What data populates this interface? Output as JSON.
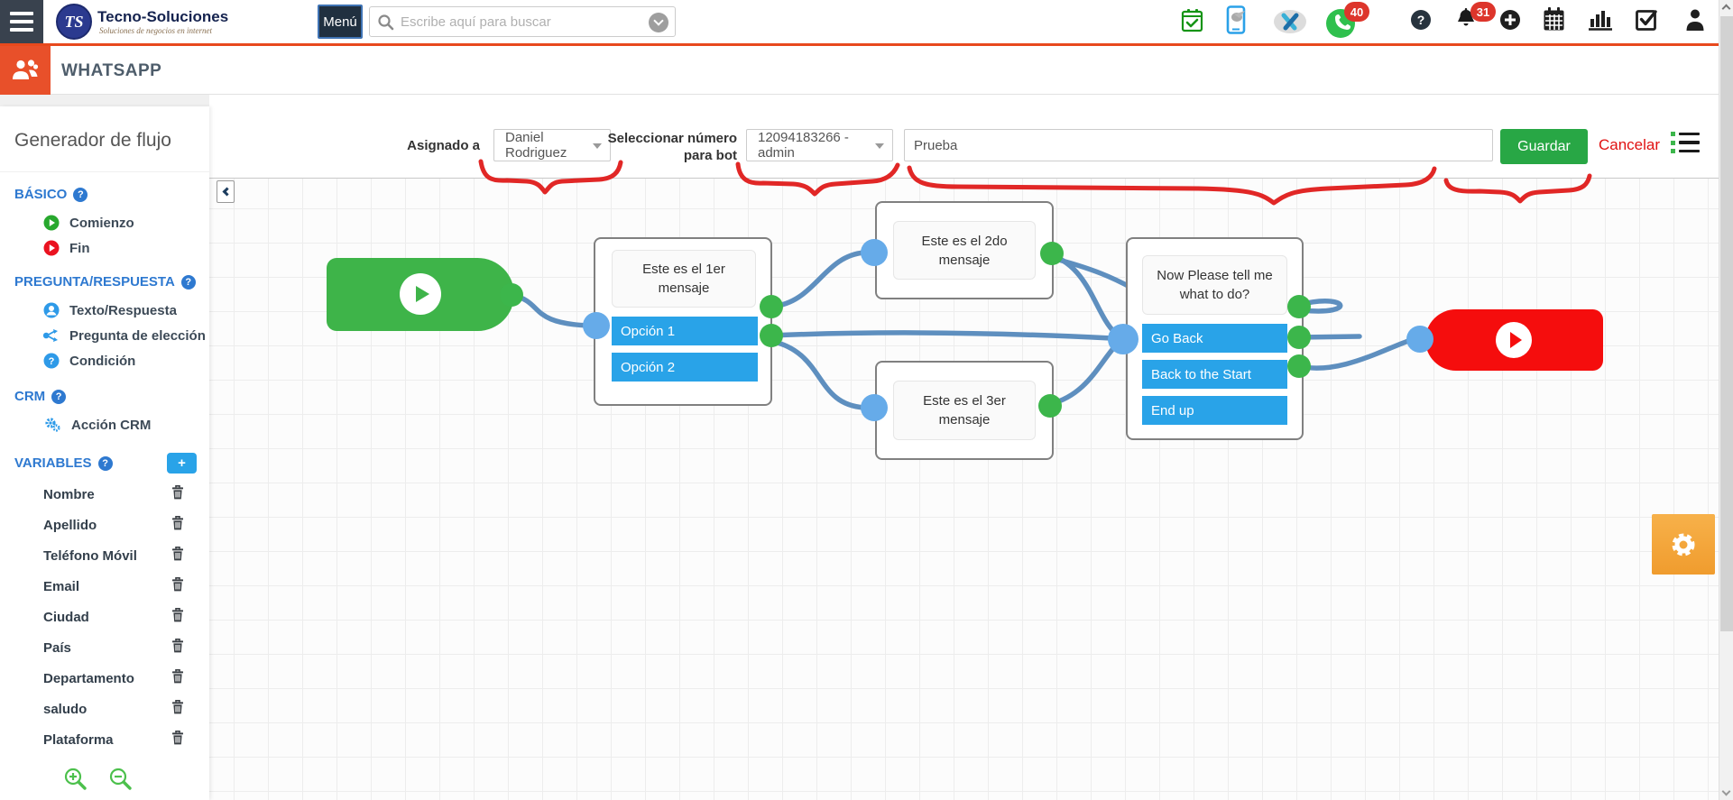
{
  "navbar": {
    "brand_monogram": "TS",
    "brand_name": "Tecno-Soluciones",
    "brand_tagline": "Soluciones de negocios en internet",
    "menu_button_label": "Menú",
    "search_placeholder": "Escribe aquí para buscar",
    "whatsapp_badge": "40",
    "notifications_badge": "31"
  },
  "module_bar": {
    "title": "WHATSAPP"
  },
  "sidebar": {
    "title": "Generador de flujo",
    "help_glyph": "?",
    "section_basico": "BÁSICO",
    "item_comienzo": "Comienzo",
    "item_fin": "Fin",
    "section_pregunta_respuesta": "PREGUNTA/RESPUESTA",
    "item_texto_respuesta": "Texto/Respuesta",
    "item_pregunta_eleccion": "Pregunta de elección",
    "item_condicion": "Condición",
    "section_crm": "CRM",
    "item_accion_crm": "Acción CRM",
    "section_variables": "VARIABLES",
    "add_variable_glyph": "+",
    "variables": [
      "Nombre",
      "Apellido",
      "Teléfono Móvil",
      "Email",
      "Ciudad",
      "País",
      "Departamento",
      "saludo",
      "Plataforma"
    ]
  },
  "toolbar": {
    "assigned_label": "Asignado a",
    "assigned_value": "Daniel Rodriguez",
    "bot_number_label_line1": "Seleccionar número",
    "bot_number_label_line2": "para bot",
    "bot_number_value": "12094183266 - admin",
    "flow_name_value": "Prueba",
    "save_label": "Guardar",
    "cancel_label": "Cancelar"
  },
  "flow": {
    "nodes": {
      "msg1": {
        "title": "Este es el 1er mensaje",
        "options": [
          "Opción 1",
          "Opción 2"
        ]
      },
      "msg2": {
        "title": "Este es el 2do mensaje"
      },
      "msg3": {
        "title": "Este es el 3er mensaje"
      },
      "question": {
        "title": "Now Please tell me what to do?",
        "options": [
          "Go Back",
          "Back to the Start",
          "End up"
        ]
      }
    }
  },
  "colors": {
    "accent_orange": "#e8491d",
    "option_blue": "#29a3e8",
    "save_green": "#28a745",
    "cancel_red": "#e01212",
    "connector_blue": "#5e8fbf",
    "port_green": "#3cb64b",
    "port_blue": "#66abe9",
    "gear_orange": "#f5a623"
  }
}
